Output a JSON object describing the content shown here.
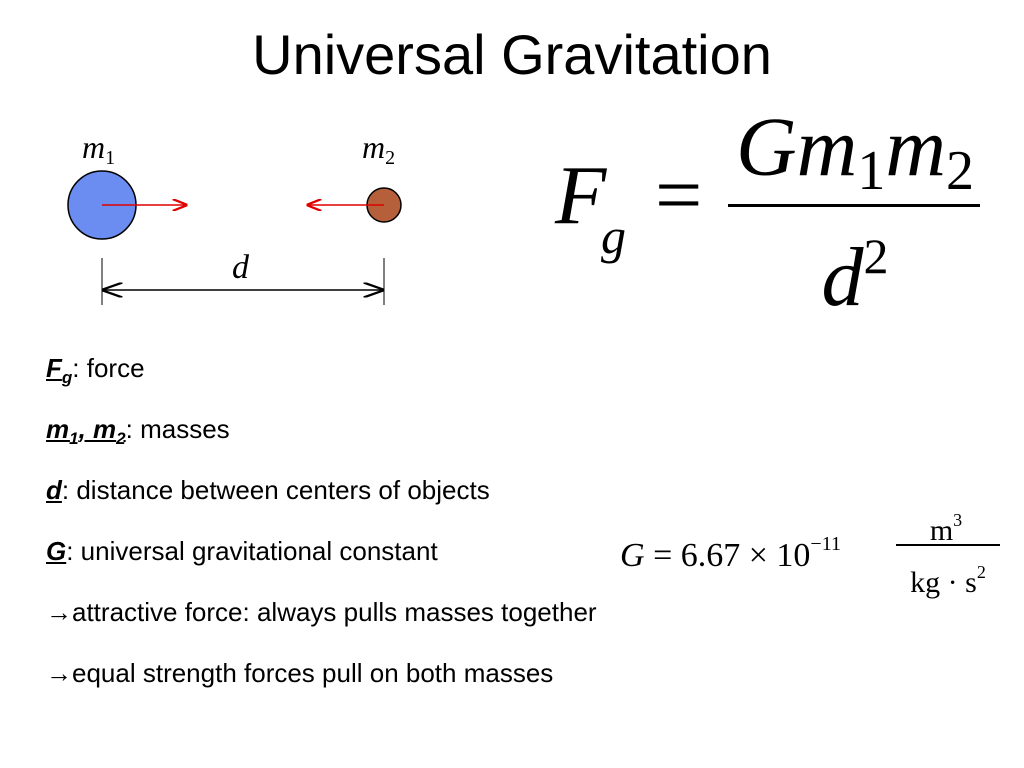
{
  "slide": {
    "title": "Universal Gravitation"
  },
  "diagram": {
    "mass1_symbol": "m",
    "mass1_sub": "1",
    "mass2_symbol": "m",
    "mass2_sub": "2",
    "distance_label": "d",
    "colors": {
      "mass1": "#6b8cf0",
      "mass2": "#b5603a",
      "force_arrow": "#e00000",
      "outline": "#000000"
    }
  },
  "formula": {
    "F": "F",
    "g": "g",
    "equals": "=",
    "G": "G",
    "m": "m",
    "sub1": "1",
    "m2": "m",
    "sub2": "2",
    "d": "d",
    "power": "2"
  },
  "definitions": [
    {
      "symbol": "F",
      "sub": "g",
      "text": ": force"
    },
    {
      "symbol": "m",
      "sub": "1",
      "symbol2": ", m",
      "sub2": "2",
      "text": ": masses"
    },
    {
      "symbol": "d",
      "text": ": distance between centers of objects"
    },
    {
      "symbol": "G",
      "text": ": universal gravitational constant"
    },
    {
      "arrow": "→",
      "text": "attractive force: always pulls masses together"
    },
    {
      "arrow": "→",
      "text": "equal strength forces pull on both masses"
    }
  ],
  "constant": {
    "G": "G",
    "equals": " = 6.67 × 10",
    "exponent": "−11",
    "num": "m",
    "num_exp": "3",
    "den": "kg · s",
    "den_exp": "2"
  }
}
